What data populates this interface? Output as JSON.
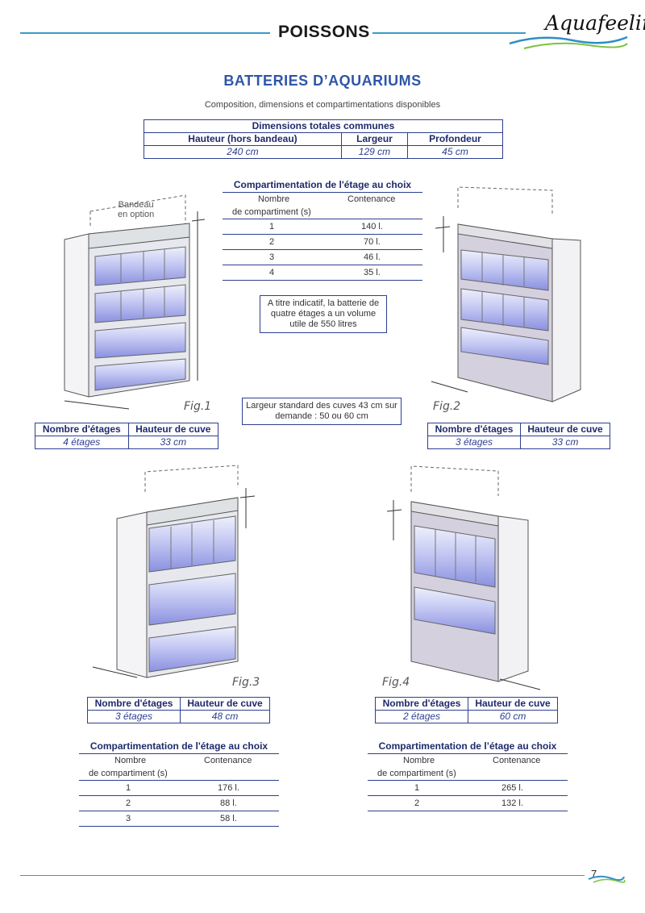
{
  "header": {
    "section_title": "POISSONS",
    "logo_text": "Aquafeeling"
  },
  "page_title": "BATTERIES  D’AQUARIUMS",
  "page_subtitle": "Composition, dimensions et compartimentations disponibles",
  "dimensions_table": {
    "caption": "Dimensions totales communes",
    "columns": [
      "Hauteur (hors bandeau)",
      "Largeur",
      "Profondeur"
    ],
    "values": [
      "240 cm",
      "129 cm",
      "45 cm"
    ]
  },
  "compartment_tables": {
    "top": {
      "title": "Compartimentation de l'étage au choix",
      "col_nombre": "Nombre",
      "col_nombre_2": "de compartiment (s)",
      "col_contenance": "Contenance",
      "rows": [
        {
          "n": "1",
          "c": "140 l."
        },
        {
          "n": "2",
          "c": "70 l."
        },
        {
          "n": "3",
          "c": "46 l."
        },
        {
          "n": "4",
          "c": "35 l."
        }
      ]
    },
    "fig3": {
      "title": "Compartimentation de l'étage au choix",
      "col_nombre": "Nombre",
      "col_nombre_2": "de compartiment (s)",
      "col_contenance": "Contenance",
      "rows": [
        {
          "n": "1",
          "c": "176 l."
        },
        {
          "n": "2",
          "c": "88 l."
        },
        {
          "n": "3",
          "c": "58 l."
        }
      ]
    },
    "fig4": {
      "title": "Compartimentation de l’étage au choix",
      "col_nombre": "Nombre",
      "col_nombre_2": "de compartiment (s)",
      "col_contenance": "Contenance",
      "rows": [
        {
          "n": "1",
          "c": "265 l."
        },
        {
          "n": "2",
          "c": "132 l."
        }
      ]
    }
  },
  "notes": {
    "volume": "A titre indicatif, la batterie de quatre étages a un volume utile de 550 litres",
    "width": "Largeur standard des cuves 43 cm sur demande : 50 ou 60 cm"
  },
  "bandeau_label_1": "Bandeau",
  "bandeau_label_2": "en option",
  "figures": [
    {
      "label": "Fig.1",
      "header_a": "Nombre d'étages",
      "header_b": "Hauteur de cuve",
      "etages": "4 étages",
      "hauteur": "33 cm"
    },
    {
      "label": "Fig.2",
      "header_a": "Nombre d'étages",
      "header_b": "Hauteur de cuve",
      "etages": "3 étages",
      "hauteur": "33 cm"
    },
    {
      "label": "Fig.3",
      "header_a": "Nombre d'étages",
      "header_b": "Hauteur de cuve",
      "etages": "3 étages",
      "hauteur": "48 cm"
    },
    {
      "label": "Fig.4",
      "header_a": "Nombre d'étages",
      "header_b": "Hauteur de cuve",
      "etages": "2 étages",
      "hauteur": "60 cm"
    }
  ],
  "page_number": "7"
}
